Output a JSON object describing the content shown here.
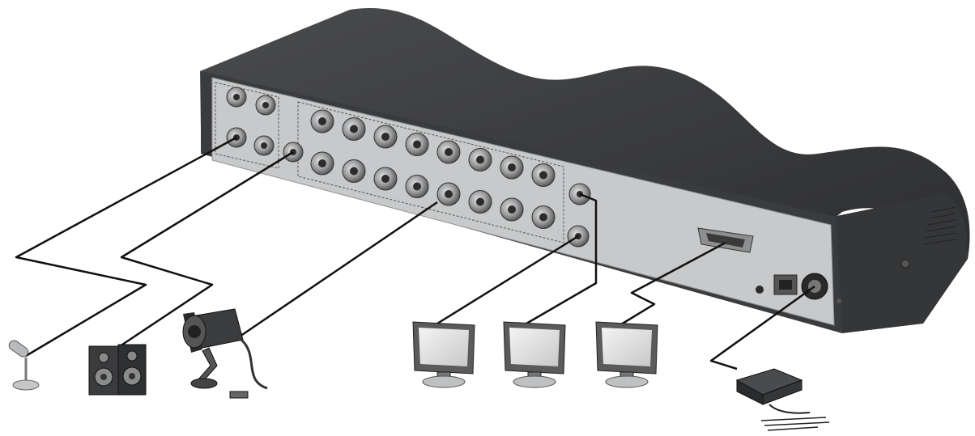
{
  "diagram": {
    "device": {
      "name": "DVR rear panel",
      "colors": {
        "top": "#3b3c3e",
        "top_shade": "#2a2b2d",
        "panel": "#c9cacb",
        "panel_border": "#8f9092",
        "connector": "#a7a8aa",
        "connector_dark": "#4a4b4d",
        "cable": "#111111"
      }
    },
    "peripherals": [
      {
        "id": "microphone",
        "icon": "microphone-icon",
        "connects_to": "audio-in-port"
      },
      {
        "id": "speakers",
        "icon": "speaker-icon",
        "connects_to": "audio-out-port"
      },
      {
        "id": "camera",
        "icon": "cctv-camera-icon",
        "connects_to": "video-in-port"
      },
      {
        "id": "monitor-1",
        "icon": "monitor-icon",
        "connects_to": "video-out-port"
      },
      {
        "id": "monitor-2",
        "icon": "monitor-icon",
        "connects_to": "spot-out-port"
      },
      {
        "id": "monitor-3",
        "icon": "monitor-icon",
        "connects_to": "vga-port"
      },
      {
        "id": "power-adapter",
        "icon": "power-adapter-icon",
        "connects_to": "dc-power-port"
      }
    ],
    "bnc_ports": {
      "top_row": 8,
      "bottom_row": 8
    }
  }
}
